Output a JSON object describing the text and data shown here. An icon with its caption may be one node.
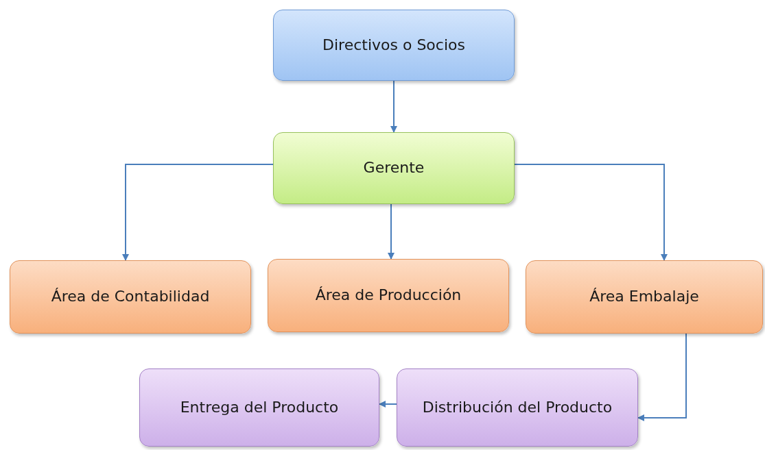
{
  "diagram": {
    "nodes": [
      {
        "text": [
          "Directivos o Socios"
        ]
      },
      {
        "text": [
          "Gerente"
        ]
      },
      {
        "text": [
          "Área de Contabilidad"
        ]
      },
      {
        "text": [
          "Área de Producción"
        ]
      },
      {
        "text": [
          "Área Embalaje"
        ]
      },
      {
        "text": [
          "Entrega del Producto"
        ]
      },
      {
        "text": [
          "Distribución del Producto"
        ]
      }
    ],
    "edges": [
      {
        "from": 0,
        "to": 1,
        "arrow": "to"
      },
      {
        "from": 1,
        "to": 2,
        "arrow": "to"
      },
      {
        "from": 1,
        "to": 3,
        "arrow": "to"
      },
      {
        "from": 1,
        "to": 4,
        "arrow": "to"
      },
      {
        "from": 4,
        "to": 6,
        "arrow": "to"
      },
      {
        "from": 6,
        "to": 5,
        "arrow": "to"
      }
    ]
  }
}
